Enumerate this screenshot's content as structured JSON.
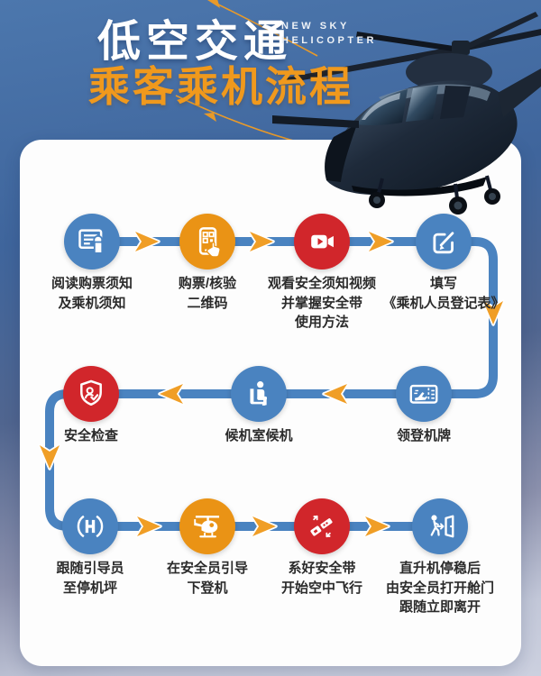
{
  "header": {
    "title_line1": "低空交通",
    "title_line2": "乘客乘机流程",
    "brand_line1": "NEW SKY",
    "brand_line2": "HELICOPTER"
  },
  "palette": {
    "background_top": "#4c77ad",
    "background_mid": "#3f659c",
    "background_bottom": "#ccd0df",
    "card": "#fdfdfd",
    "blue": "#4a83c0",
    "orange": "#ea9315",
    "red": "#d1262b",
    "arrow_orange": "#f09e26",
    "title_orange": "#f0991d",
    "label_text": "#2b2b2b"
  },
  "steps": [
    {
      "id": 1,
      "color": "blue",
      "icon": "document-icon",
      "label": "阅读购票须知\n及乘机须知"
    },
    {
      "id": 2,
      "color": "orange",
      "icon": "phone-qr-icon",
      "label": "购票/核验\n二维码"
    },
    {
      "id": 3,
      "color": "red",
      "icon": "video-icon",
      "label": "观看安全须知视频\n并掌握安全带\n使用方法"
    },
    {
      "id": 4,
      "color": "blue",
      "icon": "edit-icon",
      "label": "填写\n《乘机人员登记表》"
    },
    {
      "id": 5,
      "color": "blue",
      "icon": "boarding-pass-icon",
      "label": "领登机牌"
    },
    {
      "id": 6,
      "color": "blue",
      "icon": "waiting-seat-icon",
      "label": "候机室候机"
    },
    {
      "id": 7,
      "color": "red",
      "icon": "security-shield-icon",
      "label": "安全检查"
    },
    {
      "id": 8,
      "color": "blue",
      "icon": "helipad-icon",
      "label": "跟随引导员\n至停机坪"
    },
    {
      "id": 9,
      "color": "orange",
      "icon": "helicopter-icon",
      "label": "在安全员引导\n下登机"
    },
    {
      "id": 10,
      "color": "red",
      "icon": "seatbelt-icon",
      "label": "系好安全带\n开始空中飞行"
    },
    {
      "id": 11,
      "color": "blue",
      "icon": "exit-door-icon",
      "label": "直升机停稳后\n由安全员打开舱门\n跟随立即离开"
    }
  ]
}
